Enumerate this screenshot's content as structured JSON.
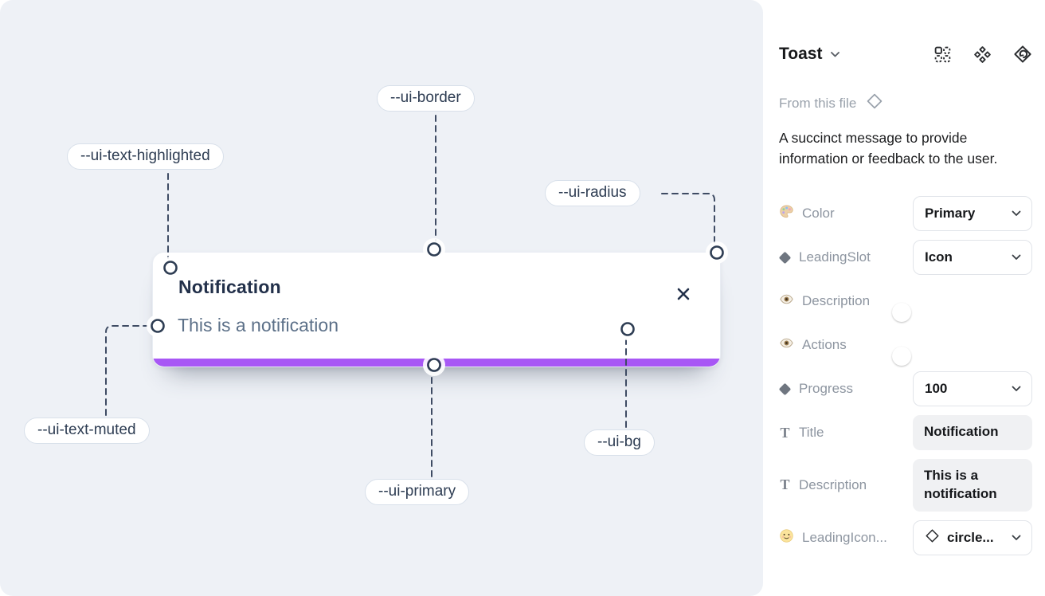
{
  "canvas": {
    "toast": {
      "title": "Notification",
      "description": "This is a notification"
    },
    "callouts": [
      {
        "label": "--ui-border"
      },
      {
        "label": "--ui-text-highlighted"
      },
      {
        "label": "--ui-radius"
      },
      {
        "label": "--ui-text-muted"
      },
      {
        "label": "--ui-primary"
      },
      {
        "label": "--ui-bg"
      }
    ],
    "colors": {
      "canvas_background": "#eef1f6",
      "primary_bar": "#a857f5",
      "title_text": "#22304a",
      "muted_text": "#5d7189"
    }
  },
  "panel": {
    "header": {
      "title": "Toast"
    },
    "source": {
      "label": "From this file"
    },
    "description": "A succinct message to provide information or feedback to the user.",
    "rows": {
      "color": {
        "label": "Color",
        "value": "Primary"
      },
      "leading_slot": {
        "label": "LeadingSlot",
        "value": "Icon"
      },
      "description_toggle": {
        "label": "Description",
        "state": "on"
      },
      "actions_toggle": {
        "label": "Actions",
        "state": "on"
      },
      "progress": {
        "label": "Progress",
        "value": "100"
      },
      "title_field": {
        "label": "Title",
        "value": "Notification"
      },
      "description_field": {
        "label": "Description",
        "value": "This is a notification"
      },
      "leading_icon": {
        "label": "LeadingIcon...",
        "value": "circle..."
      }
    },
    "colors": {
      "toggle_on": "#1ba6f7"
    }
  }
}
